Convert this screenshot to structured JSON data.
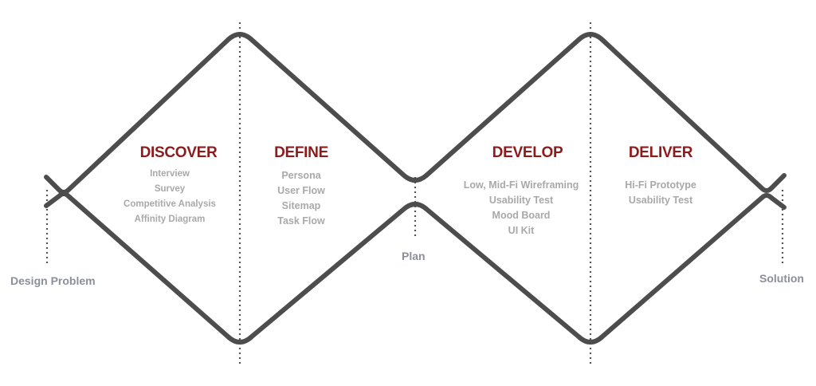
{
  "colors": {
    "line": "#4d4d4d",
    "dotted": "#555555",
    "phase": "#8e1b1b",
    "items": "#a9a9a9",
    "endpoints": "#8a8f99"
  },
  "phases": {
    "discover": {
      "title": "DISCOVER",
      "items": [
        "Interview",
        "Survey",
        "Competitive Analysis",
        "Affinity Diagram"
      ]
    },
    "define": {
      "title": "DEFINE",
      "items": [
        "Persona",
        "User Flow",
        "Sitemap",
        "Task Flow"
      ]
    },
    "develop": {
      "title": "DEVELOP",
      "items": [
        "Low, Mid-Fi Wireframing",
        "Usability Test",
        "Mood Board",
        "UI Kit"
      ]
    },
    "deliver": {
      "title": "DELIVER",
      "items": [
        "Hi-Fi Prototype",
        "Usability Test"
      ]
    }
  },
  "milestones": {
    "start": "Design Problem",
    "middle": "Plan",
    "end": "Solution"
  }
}
